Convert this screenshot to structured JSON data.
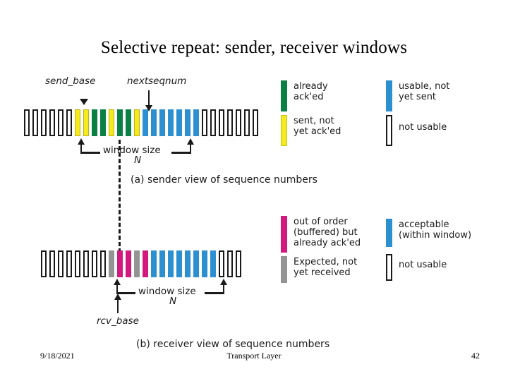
{
  "slide": {
    "title": "Selective repeat: sender, receiver windows"
  },
  "sender": {
    "send_base_label": "send_base",
    "nextseqnum_label": "nextseqnum",
    "window_size_label": "window size",
    "window_n_label": "N",
    "caption": "(a) sender view of sequence numbers",
    "blocks": [
      "white",
      "white",
      "white",
      "white",
      "white",
      "white",
      "yellow",
      "yellow",
      "green",
      "green",
      "yellow",
      "green",
      "green",
      "yellow",
      "blue",
      "blue",
      "blue",
      "blue",
      "blue",
      "blue",
      "blue",
      "white",
      "white",
      "white",
      "white",
      "white",
      "white",
      "white"
    ],
    "legend": [
      {
        "color_name": "green",
        "color": "#0a8044",
        "label": "already\nack'ed"
      },
      {
        "color_name": "yellow",
        "color": "#f5eb1c",
        "label": "sent, not\nyet ack'ed"
      },
      {
        "color_name": "blue",
        "color": "#2b8fd0",
        "label": "usable, not\nyet sent"
      },
      {
        "color_name": "white",
        "color": "#ffffff",
        "label": "not usable"
      }
    ]
  },
  "receiver": {
    "rcv_base_label": "rcv_base",
    "window_size_label": "window size",
    "window_n_label": "N",
    "caption": "(b) receiver view of sequence numbers",
    "blocks": [
      "white",
      "white",
      "white",
      "white",
      "white",
      "white",
      "white",
      "white",
      "gray",
      "magenta",
      "magenta",
      "gray",
      "magenta",
      "blue",
      "blue",
      "blue",
      "blue",
      "blue",
      "blue",
      "blue",
      "blue",
      "white",
      "white",
      "white"
    ],
    "legend": [
      {
        "color_name": "magenta",
        "color": "#d4197e",
        "label": "out of order\n(buffered) but\nalready ack'ed"
      },
      {
        "color_name": "gray",
        "color": "#949494",
        "label": "Expected, not\nyet received"
      },
      {
        "color_name": "blue",
        "color": "#2b8fd0",
        "label": "acceptable\n(within window)"
      },
      {
        "color_name": "white",
        "color": "#ffffff",
        "label": "not usable"
      }
    ]
  },
  "footer": {
    "date": "9/18/2021",
    "center": "Transport Layer",
    "page": "42"
  }
}
